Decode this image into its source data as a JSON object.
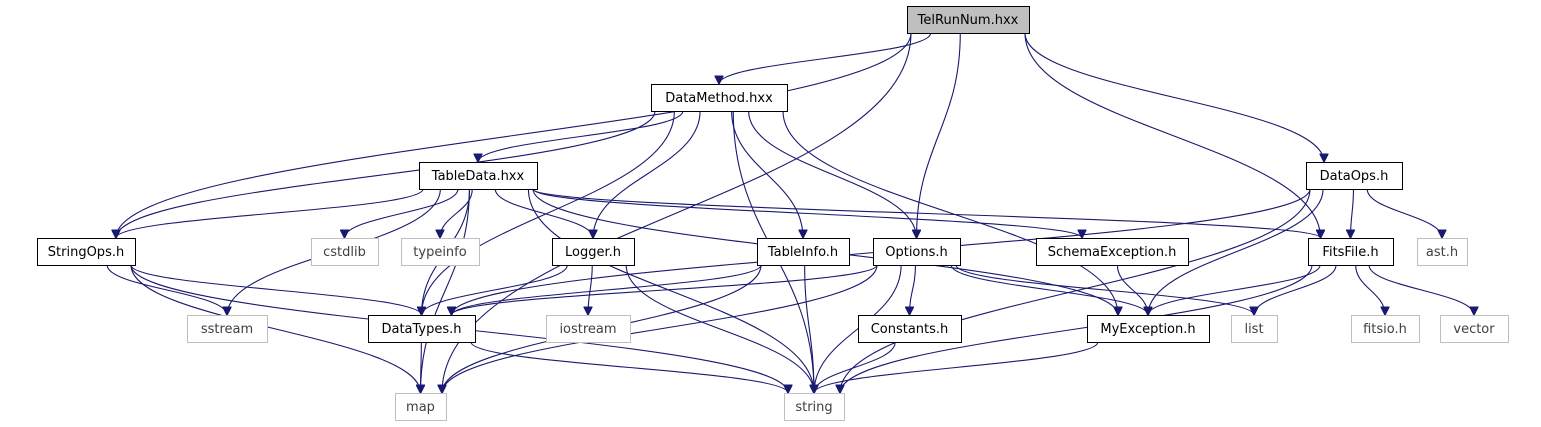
{
  "graph": {
    "nodes": [
      {
        "id": "TelRunNum",
        "label": "TelRunNum.hxx",
        "kind": "root"
      },
      {
        "id": "DataMethod",
        "label": "DataMethod.hxx",
        "kind": "file"
      },
      {
        "id": "DataOps",
        "label": "DataOps.h",
        "kind": "file"
      },
      {
        "id": "TableData",
        "label": "TableData.hxx",
        "kind": "file"
      },
      {
        "id": "StringOps",
        "label": "StringOps.h",
        "kind": "file"
      },
      {
        "id": "cstdlib",
        "label": "cstdlib",
        "kind": "system"
      },
      {
        "id": "typeinfo",
        "label": "typeinfo",
        "kind": "system"
      },
      {
        "id": "Logger",
        "label": "Logger.h",
        "kind": "file"
      },
      {
        "id": "TableInfo",
        "label": "TableInfo.h",
        "kind": "file"
      },
      {
        "id": "Options",
        "label": "Options.h",
        "kind": "file"
      },
      {
        "id": "SchemaException",
        "label": "SchemaException.h",
        "kind": "file"
      },
      {
        "id": "FitsFile",
        "label": "FitsFile.h",
        "kind": "file"
      },
      {
        "id": "ast",
        "label": "ast.h",
        "kind": "system"
      },
      {
        "id": "sstream",
        "label": "sstream",
        "kind": "system"
      },
      {
        "id": "DataTypes",
        "label": "DataTypes.h",
        "kind": "file"
      },
      {
        "id": "iostream",
        "label": "iostream",
        "kind": "system"
      },
      {
        "id": "Constants",
        "label": "Constants.h",
        "kind": "file"
      },
      {
        "id": "MyException",
        "label": "MyException.h",
        "kind": "file"
      },
      {
        "id": "list",
        "label": "list",
        "kind": "system"
      },
      {
        "id": "fitsio",
        "label": "fitsio.h",
        "kind": "system"
      },
      {
        "id": "vector",
        "label": "vector",
        "kind": "system"
      },
      {
        "id": "map",
        "label": "map",
        "kind": "system"
      },
      {
        "id": "string",
        "label": "string",
        "kind": "system"
      }
    ],
    "edges": [
      [
        "TelRunNum",
        "DataMethod"
      ],
      [
        "TelRunNum",
        "StringOps"
      ],
      [
        "TelRunNum",
        "map"
      ],
      [
        "TelRunNum",
        "Options"
      ],
      [
        "TelRunNum",
        "FitsFile"
      ],
      [
        "TelRunNum",
        "DataOps"
      ],
      [
        "DataMethod",
        "TableData"
      ],
      [
        "DataMethod",
        "StringOps"
      ],
      [
        "DataMethod",
        "DataTypes"
      ],
      [
        "DataMethod",
        "Logger"
      ],
      [
        "DataMethod",
        "string"
      ],
      [
        "DataMethod",
        "TableInfo"
      ],
      [
        "DataMethod",
        "Options"
      ],
      [
        "DataMethod",
        "MyException"
      ],
      [
        "TableData",
        "StringOps"
      ],
      [
        "TableData",
        "DataTypes"
      ],
      [
        "TableData",
        "cstdlib"
      ],
      [
        "TableData",
        "typeinfo"
      ],
      [
        "TableData",
        "Logger"
      ],
      [
        "TableData",
        "sstream"
      ],
      [
        "TableData",
        "map"
      ],
      [
        "TableData",
        "string"
      ],
      [
        "TableData",
        "SchemaException"
      ],
      [
        "TableData",
        "MyException"
      ],
      [
        "TableData",
        "FitsFile"
      ],
      [
        "StringOps",
        "sstream"
      ],
      [
        "StringOps",
        "DataTypes"
      ],
      [
        "StringOps",
        "map"
      ],
      [
        "StringOps",
        "string"
      ],
      [
        "Logger",
        "DataTypes"
      ],
      [
        "Logger",
        "iostream"
      ],
      [
        "Logger",
        "string"
      ],
      [
        "TableInfo",
        "DataTypes"
      ],
      [
        "TableInfo",
        "map"
      ],
      [
        "TableInfo",
        "string"
      ],
      [
        "Options",
        "DataTypes"
      ],
      [
        "Options",
        "Constants"
      ],
      [
        "Options",
        "MyException"
      ],
      [
        "Options",
        "list"
      ],
      [
        "Options",
        "map"
      ],
      [
        "Options",
        "string"
      ],
      [
        "Constants",
        "string"
      ],
      [
        "SchemaException",
        "MyException"
      ],
      [
        "DataOps",
        "DataTypes"
      ],
      [
        "DataOps",
        "FitsFile"
      ],
      [
        "DataOps",
        "MyException"
      ],
      [
        "DataOps",
        "ast"
      ],
      [
        "DataOps",
        "string"
      ],
      [
        "FitsFile",
        "MyException"
      ],
      [
        "FitsFile",
        "list"
      ],
      [
        "FitsFile",
        "fitsio"
      ],
      [
        "FitsFile",
        "vector"
      ],
      [
        "FitsFile",
        "string"
      ],
      [
        "DataTypes",
        "map"
      ],
      [
        "DataTypes",
        "string"
      ],
      [
        "MyException",
        "string"
      ]
    ]
  },
  "colors": {
    "edge": "#191970",
    "root_fill": "#bfbfbf",
    "file_fill": "#ffffff",
    "file_border": "#000000",
    "system_border": "#bfbfbf",
    "system_text": "#404040"
  }
}
